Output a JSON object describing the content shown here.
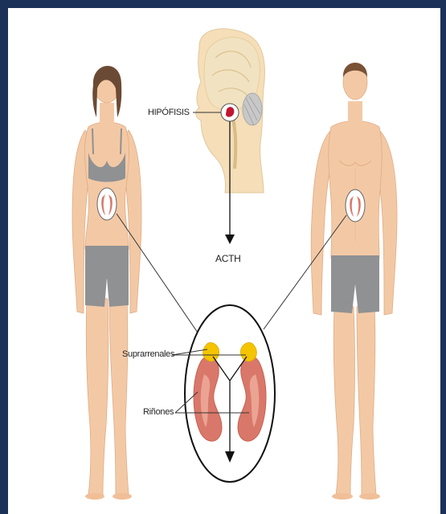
{
  "labels": {
    "pituitary": "HIPÓFISIS",
    "hormone": "ACTH",
    "adrenals": "Suprarrenales",
    "kidneys": "Riñones"
  },
  "colors": {
    "background_border": "#1b3158",
    "skin": "#f3c9a5",
    "garment": "#8f9193",
    "hair_woman": "#6b4a35",
    "hair_man": "#7a5236",
    "kidney": "#d9786a",
    "adrenal": "#f5c400",
    "brain": "#f1e3c1"
  }
}
